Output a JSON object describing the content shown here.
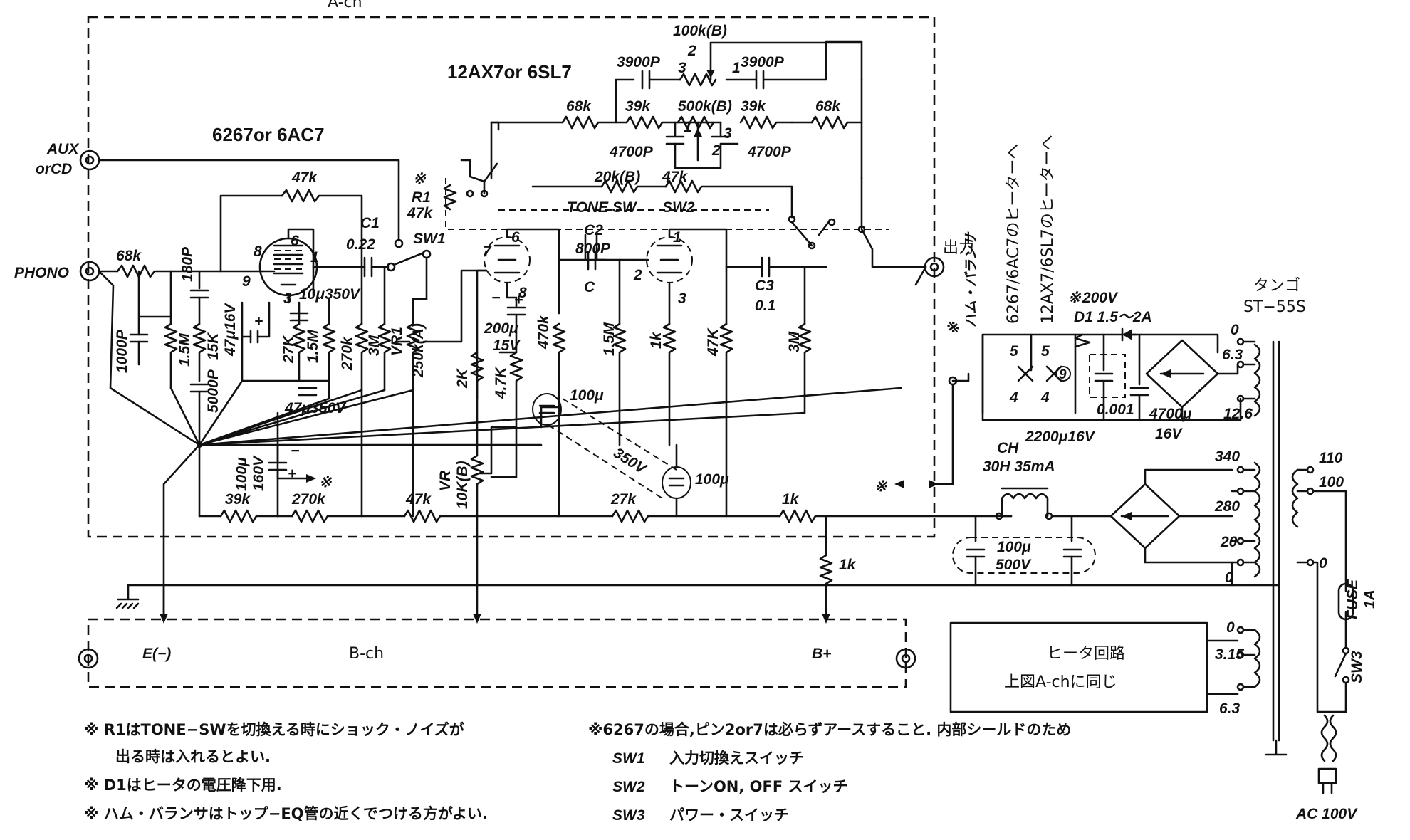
{
  "block_labels": {
    "a_ch": "A-ch",
    "b_ch": "B-ch",
    "heater_line1": "ヒータ回路",
    "heater_line2": "上図A-chに同じ"
  },
  "tubes": {
    "eq_tube": "6267or 6AC7",
    "tone_tube": "12AX7or 6SL7"
  },
  "terminals": {
    "aux_line1": "AUX",
    "aux_line2": "orCD",
    "phono": "PHONO",
    "output": "出力",
    "ground": "E(−)",
    "bplus": "B+"
  },
  "components": {
    "r_68k_in": "68k",
    "r_47k_fb": "47k",
    "c_1000p": "1000P",
    "r_1_5m_a": "1.5M",
    "c_180p": "180P",
    "r_15k": "15K",
    "c_5000p": "5000P",
    "c_47u_16v": "47μ16V",
    "c_10u_350v": "10μ350V",
    "r_27k_k": "27K",
    "r_1_5m_b": "1.5M",
    "r_270k": "270k",
    "c_47u_350v": "47μ350V",
    "r_3m_a": "3M",
    "vr1": "VR1",
    "vr1_val": "250k(A)",
    "c1_name": "C1",
    "c1_val": "0.22",
    "sw1": "SW1",
    "r1_name": "R1",
    "r1_val": "47k",
    "r_2k": "2K",
    "r_4_7k": "4.7K",
    "c_200u": "200μ",
    "c_200u_v": "15V",
    "r_470k": "470k",
    "c_100u_a": "100μ",
    "c_100u_v": "350V",
    "c_100u_b": "100μ",
    "c2_name": "C2",
    "c2_val": "800P",
    "c_c": "C",
    "r_1_5m_c": "1.5M",
    "r_1k_k": "1k",
    "r_47k_p": "47K",
    "c3_name": "C3",
    "c3_val": "0.1",
    "r_3m_b": "3M",
    "r_68k_a": "68k",
    "r_39k_a": "39k",
    "vr_500k": "500k(B)",
    "r_39k_b": "39k",
    "r_68k_b": "68k",
    "vr_100k": "100k(B)",
    "c_3900p_a": "3900P",
    "c_3900p_b": "3900P",
    "c_4700p_a": "4700P",
    "c_4700p_b": "4700P",
    "vr_20k": "20k(B)",
    "r_47k_t": "47k",
    "tone_sw": "TONE SW",
    "sw2": "SW2",
    "c_100u_160v_a": "100μ",
    "c_100u_160v_b": "160V",
    "r_39k_bot": "39k",
    "r_270k_bot": "270k",
    "r_47k_bot": "47k",
    "vr_10k": "VR",
    "vr_10k_val": "10K(B)",
    "r_27k_bot": "27k",
    "r_1k_bot": "1k",
    "r_1k_v": "1k",
    "ch_name": "CH",
    "ch_val": "30H 35mA",
    "c_100u_500v_a": "100μ",
    "c_100u_500v_b": "500V",
    "hum_balancer": "ハム・バランサ",
    "heater_6267": "6267/6AC7のヒーターへ",
    "heater_12ax7": "12AX7/6SL7のヒーターへ",
    "d1_v": "200V",
    "d1_name": "D1 1.5〜2A",
    "c_2200u": "2200μ16V",
    "c_0001": "0.001",
    "c_4700u": "4700μ",
    "c_4700u_v": "16V",
    "transformer_line1": "タンゴ",
    "transformer_line2": "ST−55S",
    "fuse_line1": "FUSE",
    "fuse_line2": "1A",
    "sw3": "SW3",
    "ac": "AC 100V",
    "asterisk": "※"
  },
  "pin_labels": {
    "p8": "8",
    "p6a": "6",
    "p1a": "1",
    "p9": "9",
    "p3a": "3",
    "p7": "7",
    "p6b": "6",
    "p8b": "8",
    "p1b": "1",
    "p2b": "2",
    "p3b": "3",
    "h5a": "5",
    "h4a": "4",
    "h5b": "5",
    "h4b": "4",
    "h9": "9",
    "v1": "1",
    "v2": "2",
    "v3": "3",
    "w1": "1",
    "w2": "2",
    "w3": "3"
  },
  "transformer_taps": {
    "t0": "0",
    "t63": "6.3",
    "t126": "12.6",
    "t340": "340",
    "t280": "280",
    "t20": "20",
    "t0b": "0",
    "t110": "110",
    "t100": "100",
    "t0c": "0",
    "t0d": "0",
    "t315": "3.15",
    "t63b": "6.3"
  },
  "notes": {
    "n1_l1": "※ R1はTONE−SWを切換える時にショック・ノイズが",
    "n1_l2": "出る時は入れるとよい.",
    "n2": "※ D1はヒータの電圧降下用.",
    "n3": "※ ハム・バランサはトップ−EQ管の近くでつける方がよい.",
    "n4": "※6267の場合,ピン2or7は必らずアースすること. 内部シールドのため",
    "sw1_name": "SW1",
    "sw1_desc": "入力切換えスイッチ",
    "sw2_name": "SW2",
    "sw2_desc": "トーンON, OFF スイッチ",
    "sw3_name": "SW3",
    "sw3_desc": "パワー・スイッチ"
  }
}
